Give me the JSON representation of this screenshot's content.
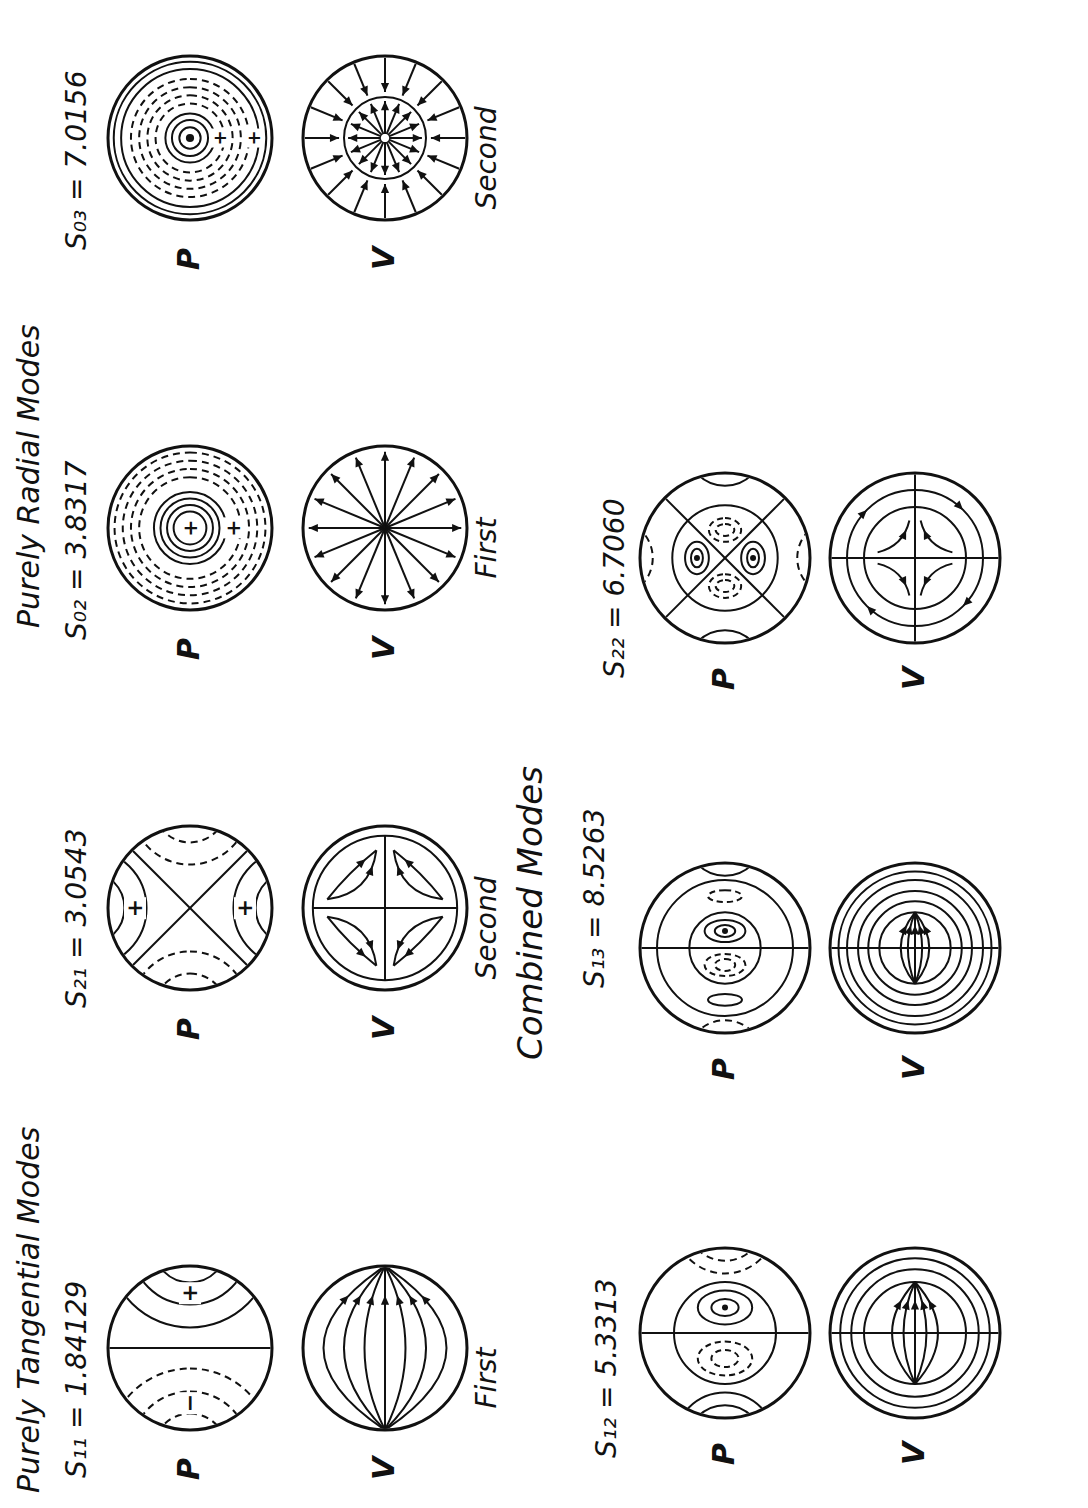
{
  "diagram": {
    "labels": [
      "Purely Tangential Modes",
      "Purely Radial Modes",
      "S₁₁ = 1.84129",
      "P",
      "V",
      "First",
      "S₂₁ = 3.0543",
      "P",
      "V",
      "Second",
      "S₀₂ = 3.8317",
      "P",
      "V",
      "First",
      "S₀₃ = 7.0156",
      "P",
      "V",
      "Second",
      "Combined Modes",
      "S₁₂ = 5.3313",
      "P",
      "V",
      "S₁₃ = 8.5263",
      "P",
      "V",
      "S₂₂ = 6.7060",
      "P",
      "V",
      "+",
      "−",
      "+",
      "+",
      "+",
      "+",
      "+",
      "+"
    ]
  }
}
